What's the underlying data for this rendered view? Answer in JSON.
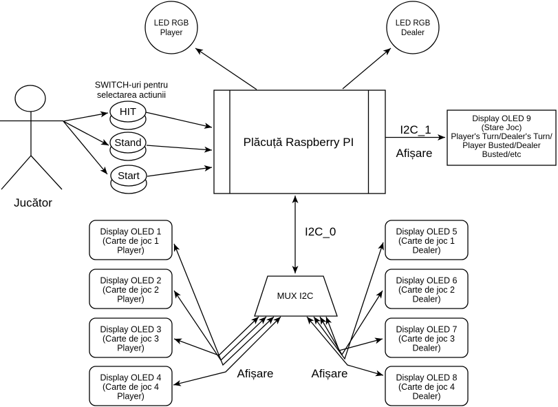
{
  "actor": {
    "label": "Jucător"
  },
  "switch_group": {
    "caption_line1": "SWITCH-uri pentru",
    "caption_line2": "selectarea actiunii",
    "switches": [
      {
        "label": "HIT"
      },
      {
        "label": "Stand"
      },
      {
        "label": "Start"
      }
    ]
  },
  "board": {
    "label": "Plăcuță Raspberry PI"
  },
  "leds": [
    {
      "line1": "LED RGB",
      "line2": "Player"
    },
    {
      "line1": "LED RGB",
      "line2": "Dealer"
    }
  ],
  "buses": {
    "i2c1_label": "I2C_1",
    "i2c1_sub_label": "Afișare",
    "i2c0_label": "I2C_0",
    "afisare_left_label": "Afișare",
    "afisare_right_label": "Afișare"
  },
  "status_display": {
    "lines": [
      "Display OLED 9",
      "(Stare Joc)",
      "Player's Turn/Dealer's Turn/",
      "Player Busted/Dealer",
      "Busted/etc"
    ]
  },
  "mux": {
    "label": "MUX I2C"
  },
  "player_displays": [
    {
      "lines": [
        "Display OLED 1",
        "(Carte de joc 1",
        "Player)"
      ]
    },
    {
      "lines": [
        "Display OLED 2",
        "(Carte de joc 2",
        "Player)"
      ]
    },
    {
      "lines": [
        "Display OLED 3",
        "(Carte de joc 3",
        "Player)"
      ]
    },
    {
      "lines": [
        "Display OLED 4",
        "(Carte de joc 4",
        "Player)"
      ]
    }
  ],
  "dealer_displays": [
    {
      "lines": [
        "Display OLED 5",
        "(Carte de joc 1",
        "Dealer)"
      ]
    },
    {
      "lines": [
        "Display OLED 6",
        "(Carte de joc 2",
        "Dealer)"
      ]
    },
    {
      "lines": [
        "Display OLED 7",
        "(Carte de joc 3",
        "Dealer)"
      ]
    },
    {
      "lines": [
        "Display OLED 8",
        "(Carte de joc 4",
        "Dealer)"
      ]
    }
  ],
  "colors": {
    "stroke": "#000000",
    "background": "#ffffff"
  }
}
